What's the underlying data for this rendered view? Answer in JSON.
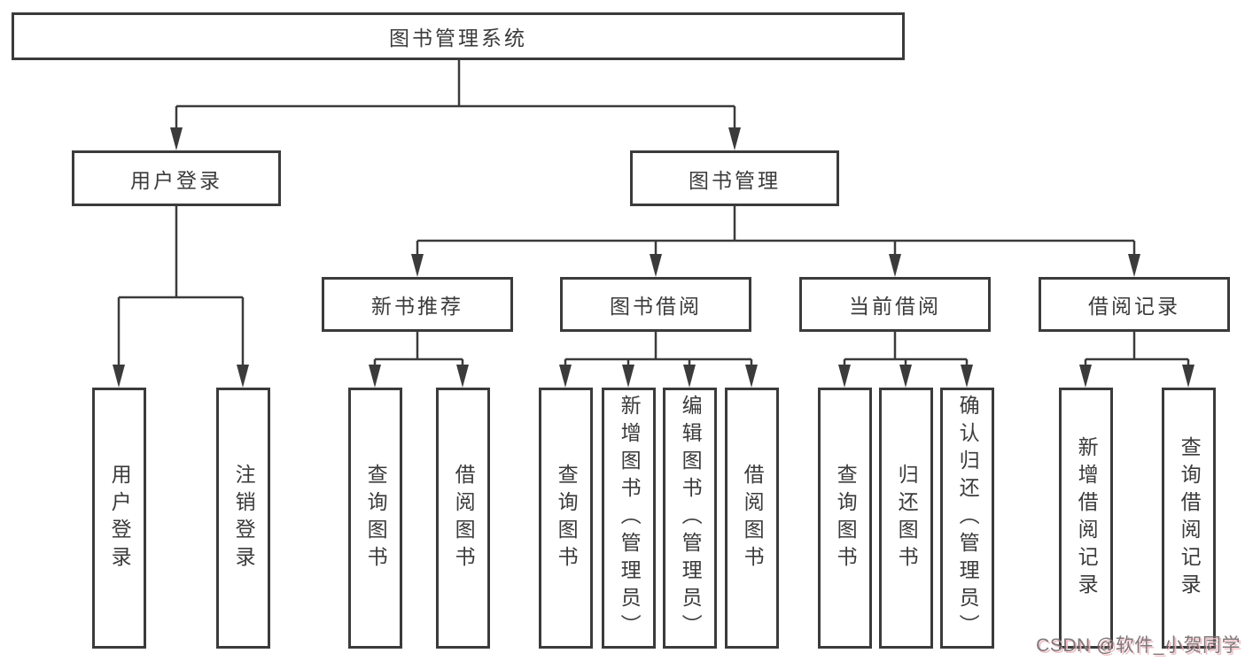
{
  "colors": {
    "line": "#3b3b3b",
    "text": "#3b3b3b",
    "background": "#ffffff",
    "watermark_gray": "#6f6a6b",
    "watermark_pink": "#f0b9c0"
  },
  "tree": {
    "root": {
      "label": "图书管理系统"
    },
    "branches": [
      {
        "label": "用户登录",
        "children": [
          {
            "label": "用户登录"
          },
          {
            "label": "注销登录"
          }
        ]
      },
      {
        "label": "图书管理",
        "children": [
          {
            "label": "新书推荐",
            "children": [
              {
                "label": "查询图书"
              },
              {
                "label": "借阅图书"
              }
            ]
          },
          {
            "label": "图书借阅",
            "children": [
              {
                "label": "查询图书"
              },
              {
                "label": "新增图书（管理员）"
              },
              {
                "label": "编辑图书（管理员）"
              },
              {
                "label": "借阅图书"
              }
            ]
          },
          {
            "label": "当前借阅",
            "children": [
              {
                "label": "查询图书"
              },
              {
                "label": "归还图书"
              },
              {
                "label": "确认归还（管理员）"
              }
            ]
          },
          {
            "label": "借阅记录",
            "children": [
              {
                "label": "新增借阅记录"
              },
              {
                "label": "查询借阅记录"
              }
            ]
          }
        ]
      }
    ]
  },
  "watermark": {
    "text": "CSDN @软件_小贺同学"
  }
}
